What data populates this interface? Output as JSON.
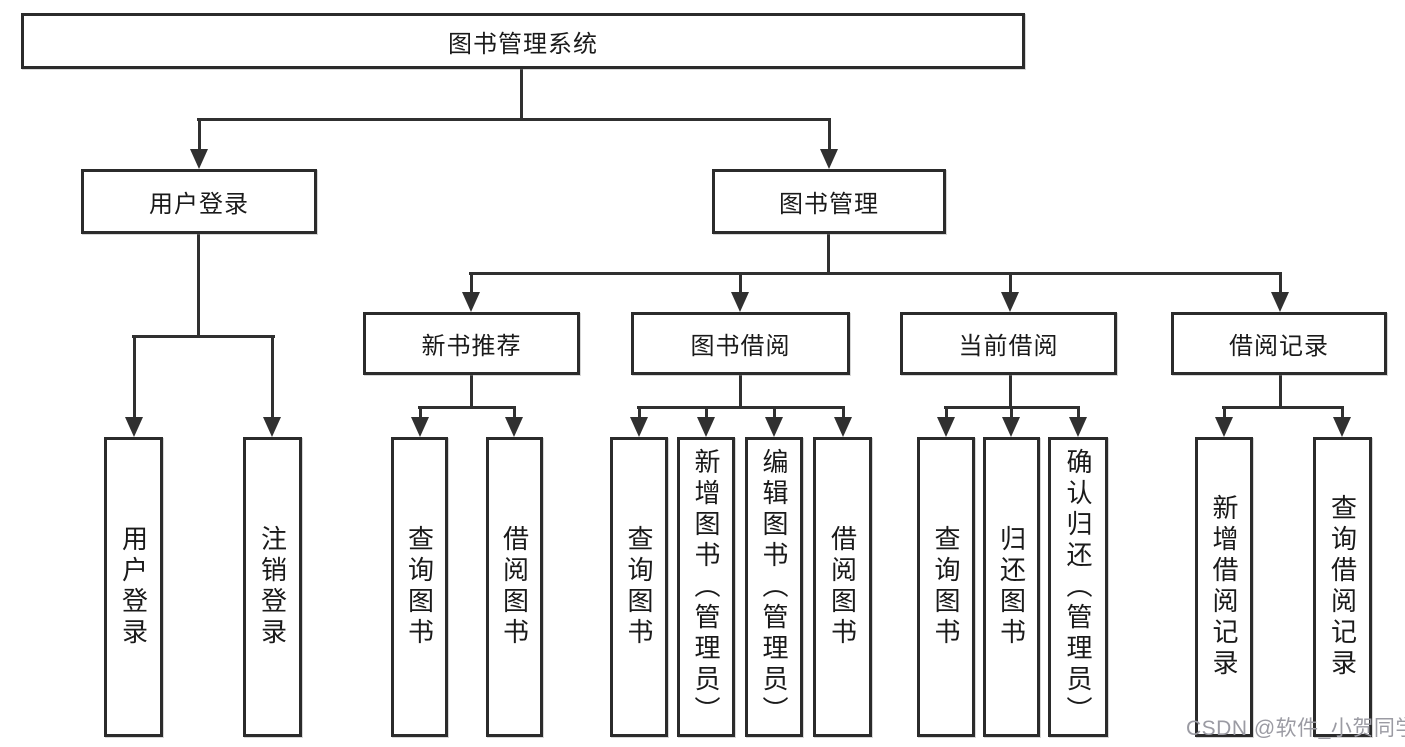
{
  "diagram": {
    "title": "图书管理系统",
    "nodes": [
      {
        "id": "system",
        "label": "图书管理系统",
        "parent": null
      },
      {
        "id": "user-login",
        "label": "用户登录",
        "parent": "system"
      },
      {
        "id": "book-mgmt",
        "label": "图书管理",
        "parent": "system"
      },
      {
        "id": "new-books",
        "label": "新书推荐",
        "parent": "book-mgmt"
      },
      {
        "id": "book-borrow",
        "label": "图书借阅",
        "parent": "book-mgmt"
      },
      {
        "id": "current-borrow",
        "label": "当前借阅",
        "parent": "book-mgmt"
      },
      {
        "id": "borrow-records",
        "label": "借阅记录",
        "parent": "book-mgmt"
      },
      {
        "id": "leaf-user-login",
        "label": "用户登录",
        "parent": "user-login"
      },
      {
        "id": "leaf-logout",
        "label": "注销登录",
        "parent": "user-login"
      },
      {
        "id": "leaf-nb-query-books",
        "label": "查询图书",
        "parent": "new-books"
      },
      {
        "id": "leaf-nb-borrow-books",
        "label": "借阅图书",
        "parent": "new-books"
      },
      {
        "id": "leaf-bb-query-books",
        "label": "查询图书",
        "parent": "book-borrow"
      },
      {
        "id": "leaf-bb-add-books",
        "label": "新增图书（管理员）",
        "parent": "book-borrow"
      },
      {
        "id": "leaf-bb-edit-books",
        "label": "编辑图书（管理员）",
        "parent": "book-borrow"
      },
      {
        "id": "leaf-bb-borrow-books",
        "label": "借阅图书",
        "parent": "book-borrow"
      },
      {
        "id": "leaf-cb-query-books",
        "label": "查询图书",
        "parent": "current-borrow"
      },
      {
        "id": "leaf-cb-return-books",
        "label": "归还图书",
        "parent": "current-borrow"
      },
      {
        "id": "leaf-cb-confirm-return",
        "label": "确认归还（管理员）",
        "parent": "current-borrow"
      },
      {
        "id": "leaf-br-add-record",
        "label": "新增借阅记录",
        "parent": "borrow-records"
      },
      {
        "id": "leaf-br-query-record",
        "label": "查询借阅记录",
        "parent": "borrow-records"
      }
    ]
  },
  "watermark": {
    "text": "CSDN @软件_小贺同学",
    "color": "#9b9ba3"
  },
  "colors": {
    "line": "#303030",
    "border": "#2b2b2b",
    "text": "#1a1a1a",
    "background": "#ffffff"
  }
}
